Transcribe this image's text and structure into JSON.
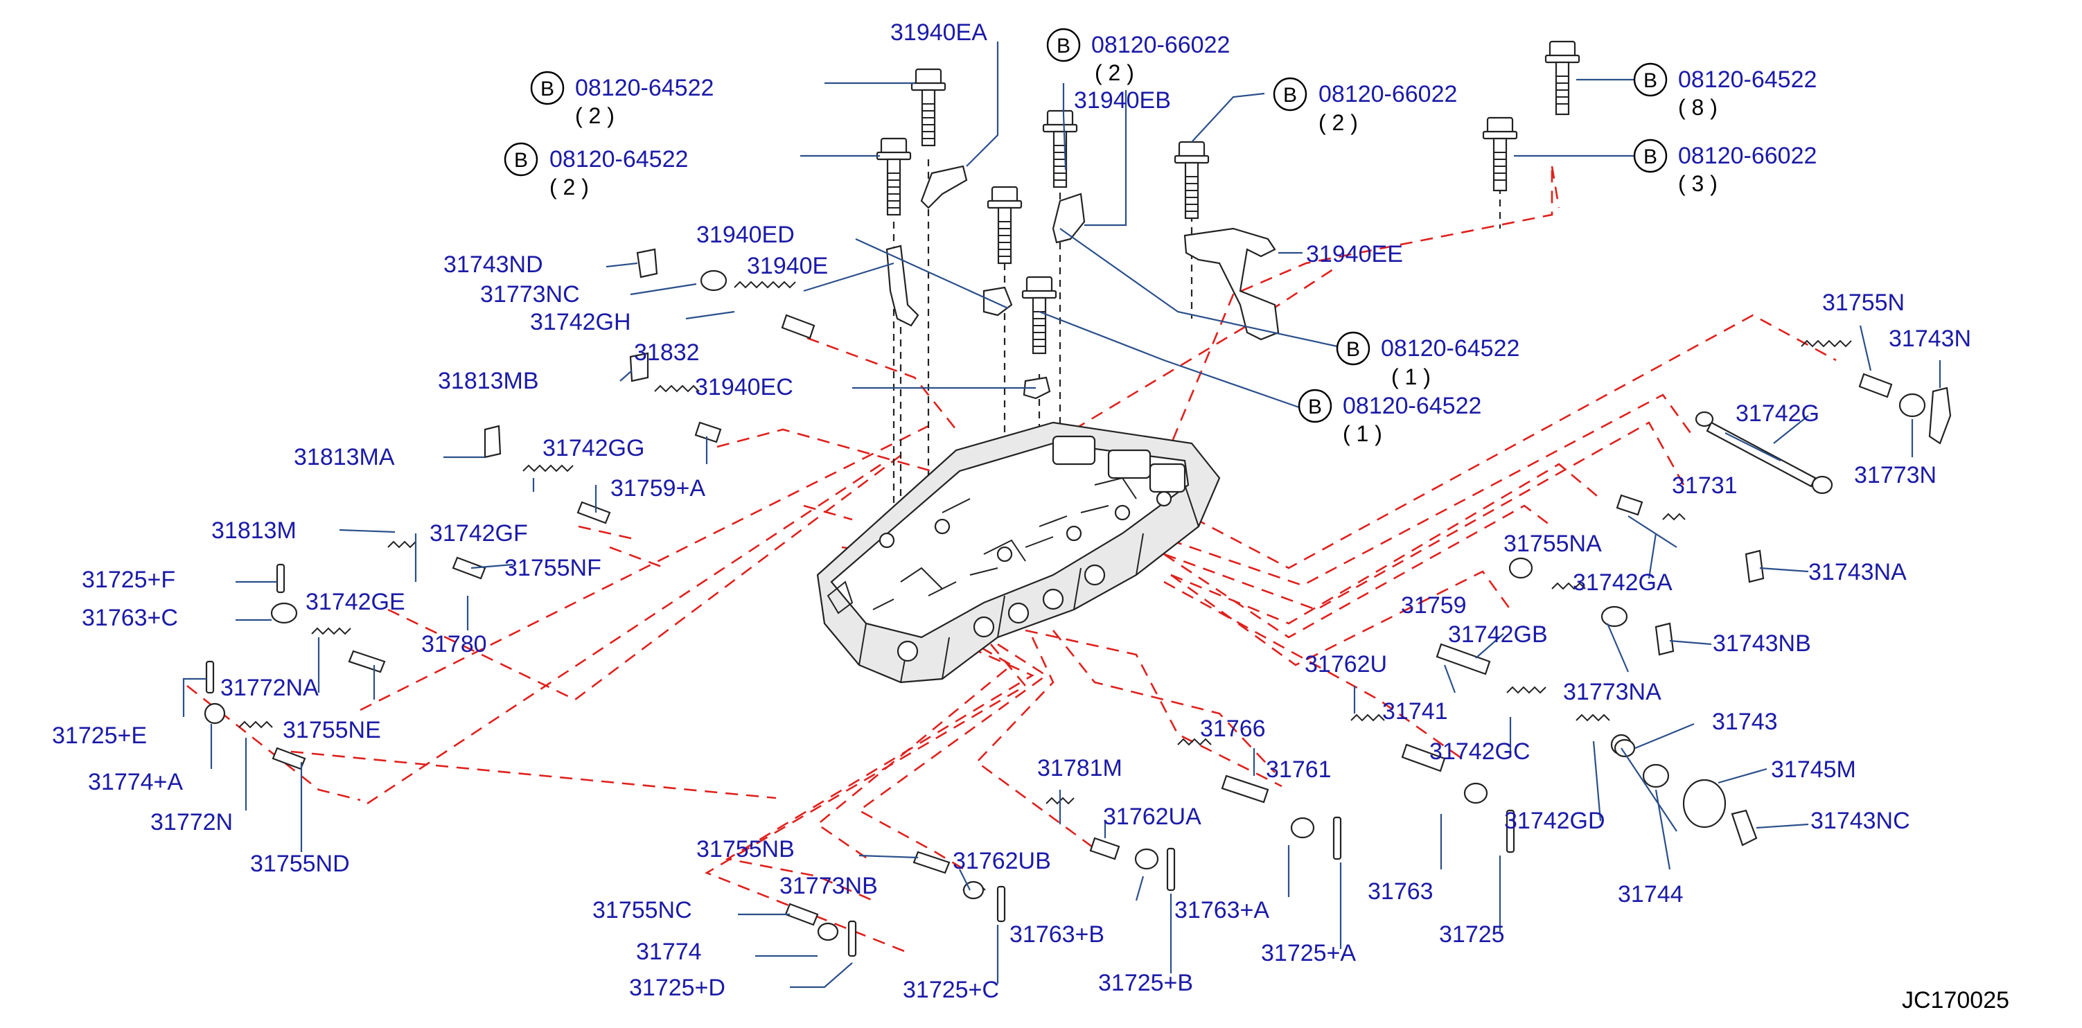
{
  "diagram_code": "JC170025",
  "bolt_marker": "B",
  "bolts": [
    {
      "part": "08120-64522",
      "qty": "( 2 )"
    },
    {
      "part": "08120-64522",
      "qty": "( 2 )"
    },
    {
      "part": "08120-66022",
      "qty": "( 2 )"
    },
    {
      "part": "08120-66022",
      "qty": "( 2 )"
    },
    {
      "part": "08120-64522",
      "qty": "( 8 )"
    },
    {
      "part": "08120-66022",
      "qty": "( 3 )"
    },
    {
      "part": "08120-64522",
      "qty": "( 1 )"
    },
    {
      "part": "08120-64522",
      "qty": "( 1 )"
    }
  ],
  "parts": [
    "31940EA",
    "31940EB",
    "31940ED",
    "31940E",
    "31940EE",
    "31940EC",
    "31743ND",
    "31773NC",
    "31742GH",
    "31832",
    "31813MB",
    "31742GG",
    "31813MA",
    "31759+A",
    "31813M",
    "31742GF",
    "31755NF",
    "31725+F",
    "31763+C",
    "31742GE",
    "31780",
    "31772NA",
    "31725+E",
    "31755NE",
    "31774+A",
    "31772N",
    "31755ND",
    "31755N",
    "31743N",
    "31742G",
    "31731",
    "31773N",
    "31755NA",
    "31742GA",
    "31743NA",
    "31759",
    "31742GB",
    "31743NB",
    "31773NA",
    "31762U",
    "31741",
    "31742GC",
    "31743",
    "31745M",
    "31743NC",
    "31742GD",
    "31744",
    "31766",
    "31761",
    "31763",
    "31725",
    "31781M",
    "31762UA",
    "31763+A",
    "31725+A",
    "31763+B",
    "31725+B",
    "31755NB",
    "31762UB",
    "31773NB",
    "31755NC",
    "31774",
    "31725+D",
    "31725+C"
  ]
}
